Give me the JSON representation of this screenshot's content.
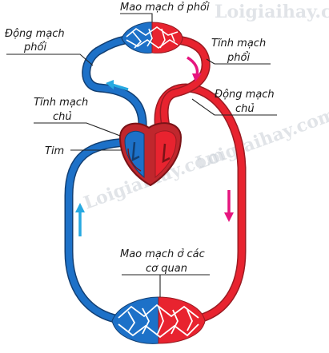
{
  "labels": {
    "pulmonary_capillaries": "Mao mạch ở phổi",
    "pulmonary_artery_line1": "Động mạch",
    "pulmonary_artery_line2": "phổi",
    "pulmonary_vein_line1": "Tĩnh mạch",
    "pulmonary_vein_line2": "phổi",
    "vena_cava_line1": "Tĩnh mạch",
    "vena_cava_line2": "chủ",
    "aorta_line1": "Động mạch",
    "aorta_line2": "chủ",
    "heart": "Tim",
    "organ_capillaries_line1": "Mao mạch ở các",
    "organ_capillaries_line2": "cơ quan"
  },
  "watermark": "Loigiaihay.com",
  "colors": {
    "artery": "#e8232f",
    "artery_dark": "#9a1b22",
    "vein": "#1d71c8",
    "vein_dark": "#123f73",
    "heart": "#c0272d",
    "heart_dark": "#7a1317",
    "flow_arrow_pink": "#e6157e",
    "flow_arrow_blue": "#27a9e1",
    "leader_line": "#222222"
  }
}
